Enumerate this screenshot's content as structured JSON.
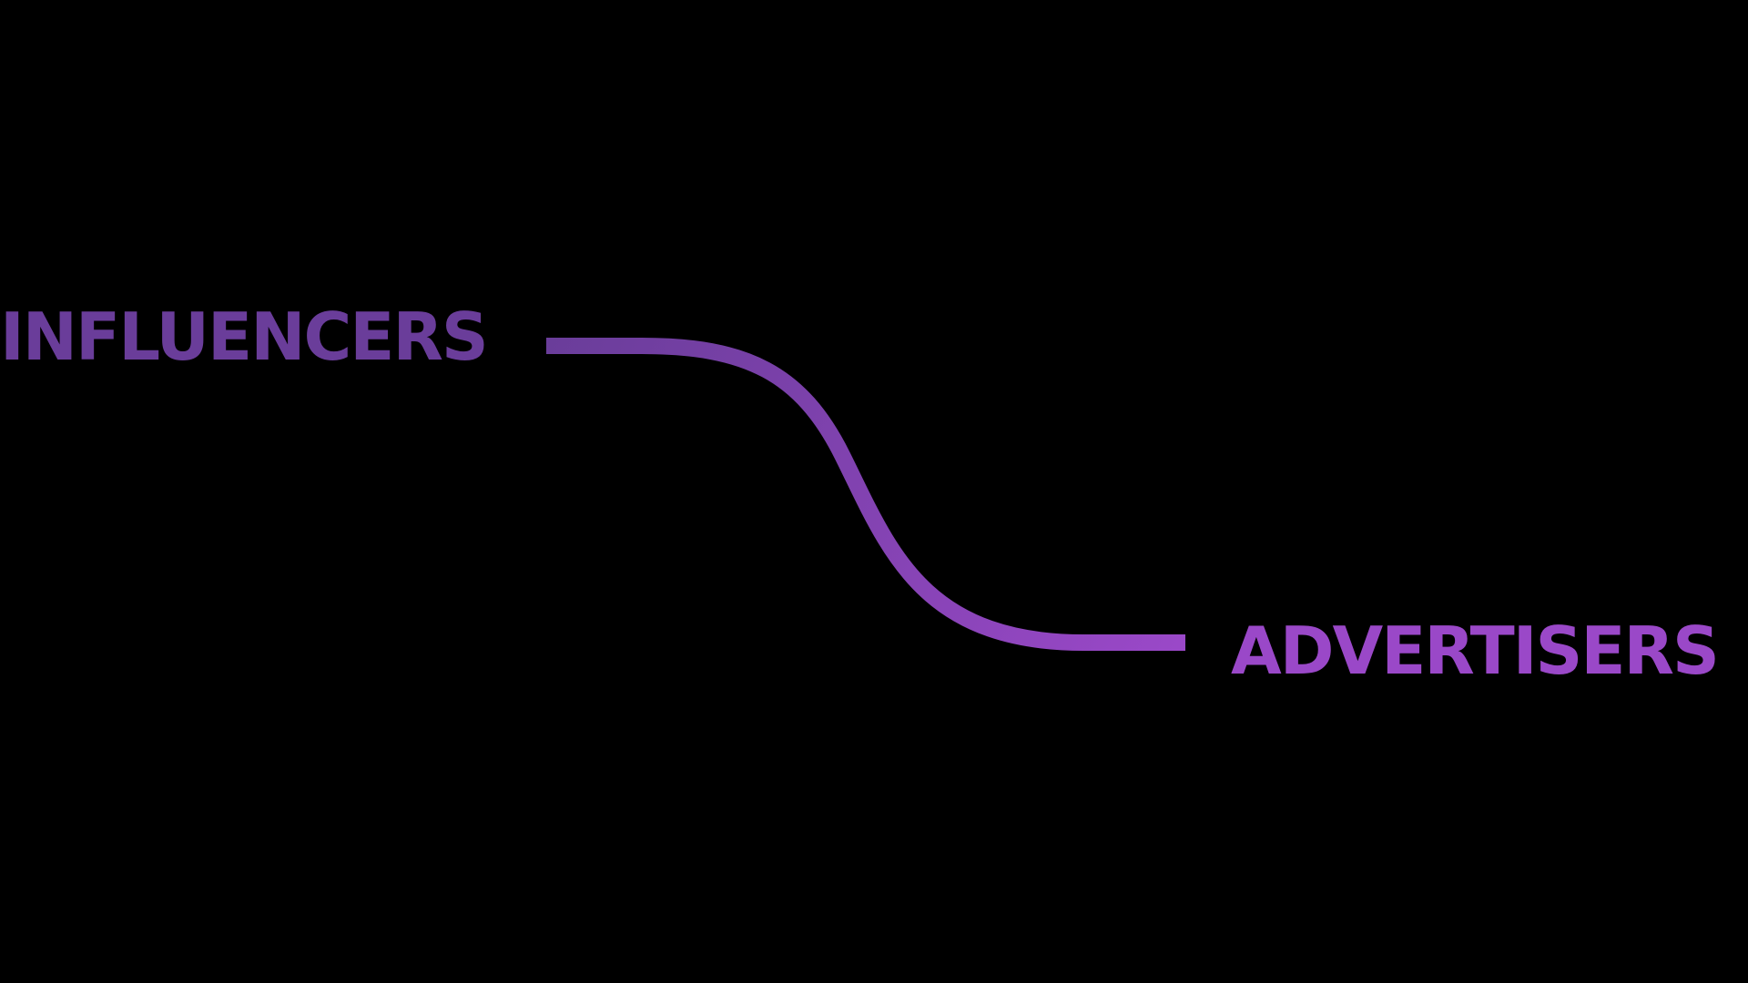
{
  "diagram": {
    "nodes": [
      {
        "id": "influencers",
        "label": "INFLUENCERS"
      },
      {
        "id": "advertisers",
        "label": "ADVERTISERS"
      }
    ],
    "connections": [
      {
        "from": "influencers",
        "to": "advertisers"
      }
    ]
  },
  "colors": {
    "background": "#000000",
    "influencers": "#6a3d9a",
    "advertisers": "#9a48c8"
  }
}
